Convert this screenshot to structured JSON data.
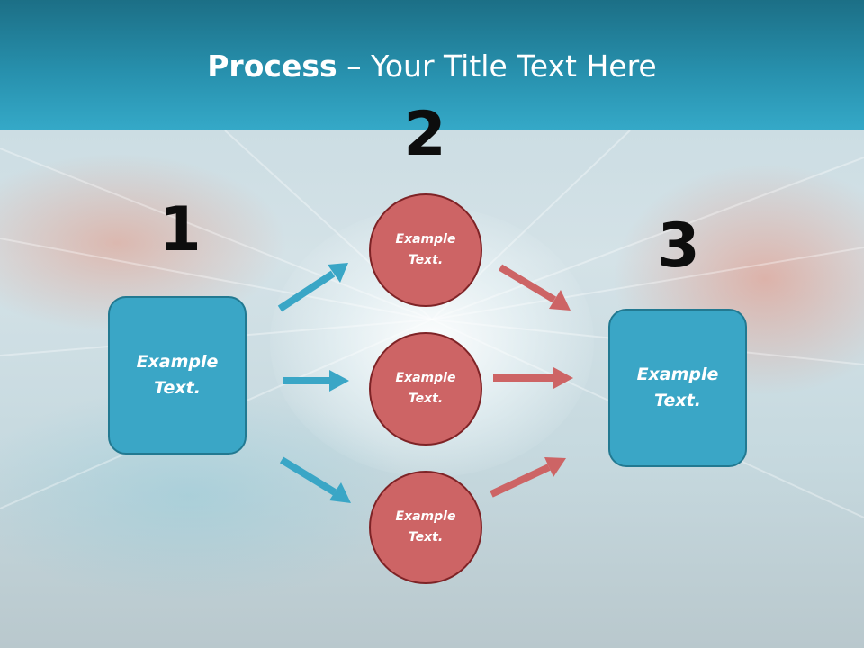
{
  "slide": {
    "title_bold": "Process",
    "title_rest": " – Your Title Text Here"
  },
  "steps": {
    "num_1": "1",
    "num_2": "2",
    "num_3": "3"
  },
  "left_box": {
    "text": "Example Text."
  },
  "circles": [
    {
      "text": "Example Text."
    },
    {
      "text": "Example Text."
    },
    {
      "text": "Example Text."
    }
  ],
  "right_box": {
    "text": "Example Text."
  },
  "colors": {
    "header": "#2790ad",
    "box_fill": "#3aa6c6",
    "circle_fill": "#cd6465",
    "arrow_blue": "#3aa6c6",
    "arrow_red": "#cd6465"
  }
}
